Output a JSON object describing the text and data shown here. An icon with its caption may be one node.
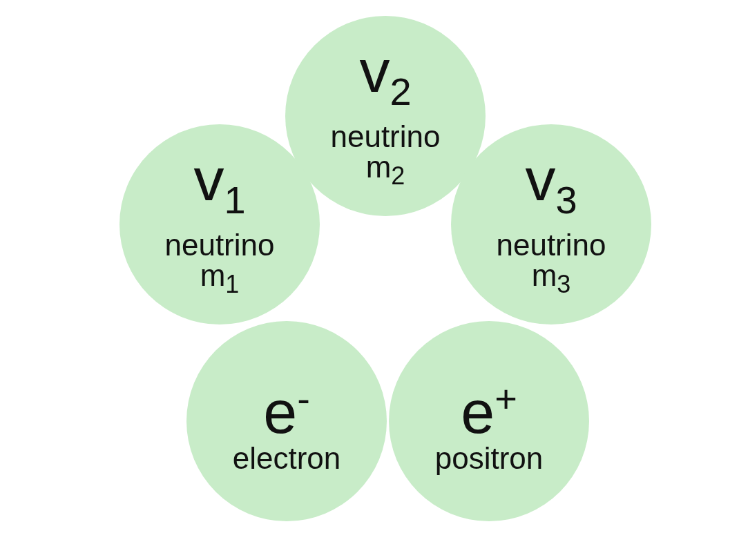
{
  "diagram": {
    "nodes": [
      {
        "text": [
          "v$_{2}$",
          "neutrino m$_{2}$"
        ]
      },
      {
        "text": [
          "v$_{1}$",
          "neutrino m$_{1}$"
        ]
      },
      {
        "text": [
          "v$_{3}$",
          "neutrino m$_{3}$"
        ]
      },
      {
        "text": [
          "e$^{-}$",
          "electron"
        ]
      },
      {
        "text": [
          "e$^{+}$",
          "positron"
        ]
      }
    ]
  }
}
